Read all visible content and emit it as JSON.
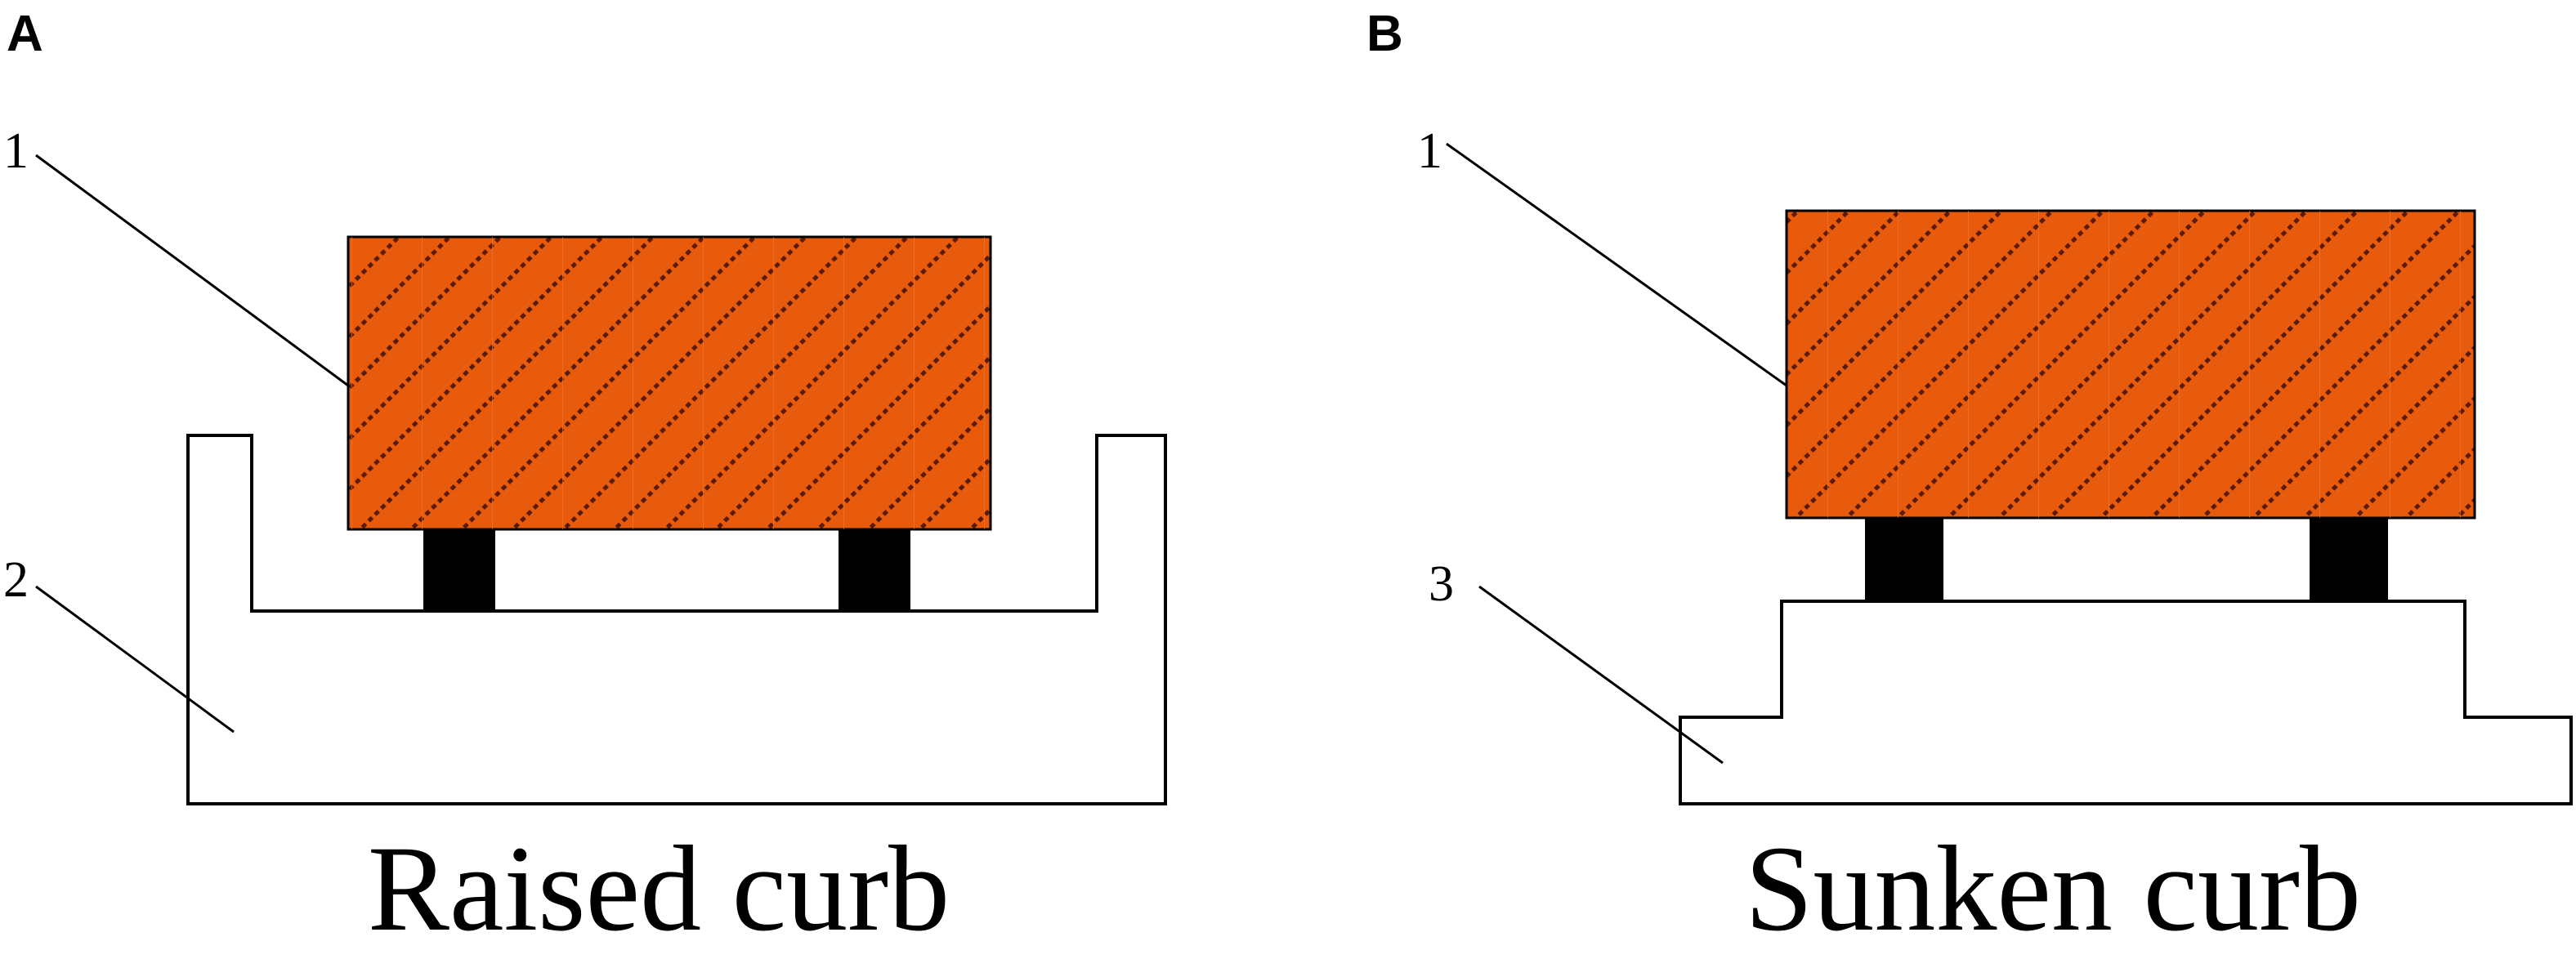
{
  "panels": [
    {
      "letter": "A",
      "callouts": [
        "1",
        "2"
      ],
      "caption": "Raised curb"
    },
    {
      "letter": "B",
      "callouts": [
        "1",
        "3"
      ],
      "caption": "Sunken curb"
    }
  ],
  "colors": {
    "block_fill": "#E85A0C",
    "block_hatch": "#5A1C0A",
    "support": "#000000",
    "outline": "#000000",
    "background": "#FFFFFF"
  }
}
